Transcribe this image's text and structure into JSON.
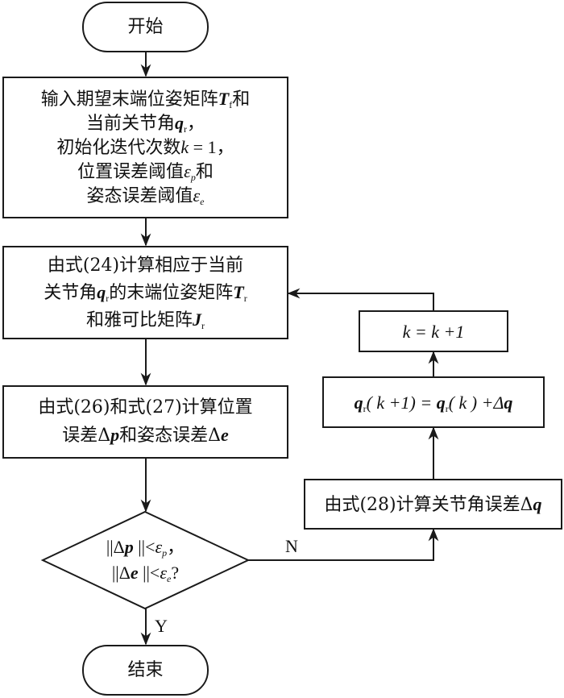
{
  "start": {
    "label": "开始"
  },
  "end": {
    "label": "结束"
  },
  "input_box": {
    "line1_text": "输入期望末端位姿矩阵",
    "line1_sym": "T",
    "line1_sub": "f",
    "line1_tail": "和",
    "line2_text": "当前关节角",
    "line2_sym": "q",
    "line2_sub": "r",
    "line2_tail": "，",
    "line3_text": "初始化迭代次数",
    "line3_expr": "k",
    "line3_tail": " = 1，",
    "line4_text": "位置误差阈值",
    "line4_sym": "ε",
    "line4_sub": "p",
    "line4_tail": "和",
    "line5_text": "姿态误差阈值",
    "line5_sym": "ε",
    "line5_sub": "e"
  },
  "fk_box": {
    "line1": "由式(24)计算相应于当前",
    "line2_text": "关节角",
    "line2_sym": "q",
    "line2_sub": "r",
    "line2_mid": "的末端位姿矩阵",
    "line2_sym2": "T",
    "line2_sub2": "r",
    "line3_text": "和雅可比矩阵",
    "line3_sym": "J",
    "line3_sub": "r"
  },
  "error_box": {
    "line1": "由式(26)和式(27)计算位置",
    "line2_a": "误差Δ",
    "line2_sym": "p",
    "line2_b": "和姿态误差Δ",
    "line2_sym2": "e"
  },
  "decision": {
    "line1_pre": "||Δ",
    "line1_sym": "p",
    "line1_mid": " ||<",
    "line1_eps": "ε",
    "line1_sub": "p",
    "line1_tail": "，",
    "line2_pre": "||Δ",
    "line2_sym": "e",
    "line2_mid": " ||<",
    "line2_eps": "ε",
    "line2_sub": "e",
    "line2_tail": "?",
    "yes_label": "Y",
    "no_label": "N"
  },
  "dq_box": {
    "text": "由式(28)计算关节角误差Δ",
    "sym": "q"
  },
  "update_box": {
    "sym": "q",
    "sub": "r",
    "part1": "( k +1) = ",
    "sym2": "q",
    "sub2": "r",
    "part2": "( k ) +Δ",
    "sym3": "q"
  },
  "increment_box": {
    "expr": "k = k +1"
  }
}
